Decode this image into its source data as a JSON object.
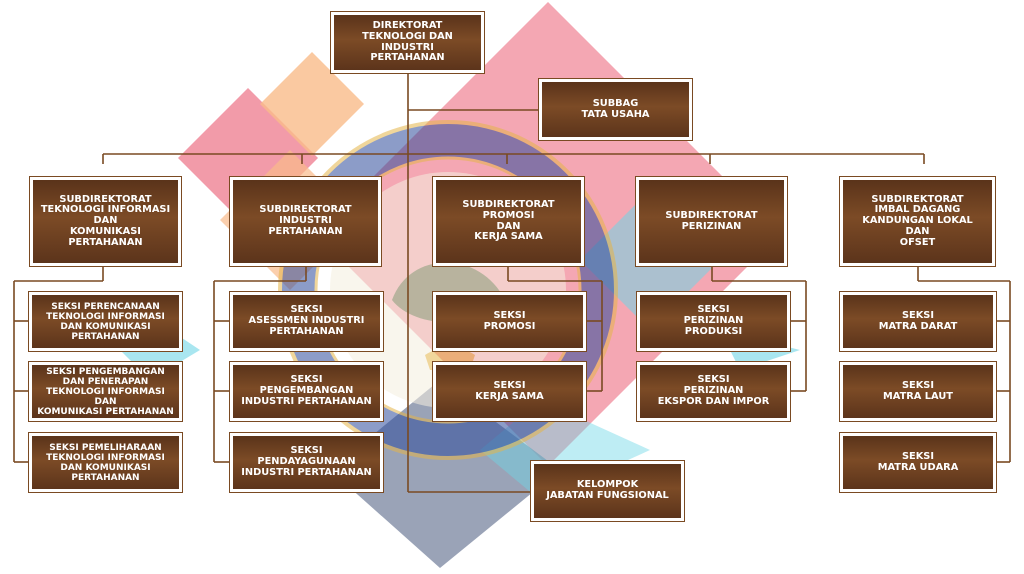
{
  "colors": {
    "box_fill": "#6b3e1f",
    "box_border": "#7a4a22",
    "connector": "#7a4a22",
    "bg_pink": "#f08a9a",
    "bg_peach": "#f9bb8a",
    "bg_cyan": "#6fd6e6",
    "bg_slate": "#6f7c98",
    "emblem_blue": "#2f4c9c",
    "emblem_gold": "#e5b54a"
  },
  "background": {
    "emblem_icon": "emblem-icon"
  },
  "director": {
    "label": "DIREKTORAT\nTEKNOLOGI DAN INDUSTRI\nPERTAHANAN"
  },
  "subbag": {
    "label": "SUBBAG\nTATA USAHA"
  },
  "kelompok": {
    "label": "KELOMPOK\nJABATAN FUNGSIONAL"
  },
  "subdirectorates": [
    {
      "label": "SUBDIREKTORAT\nTEKNOLOGI INFORMASI\nDAN\nKOMUNIKASI\nPERTAHANAN",
      "sections": [
        "SEKSI PERENCANAAN\nTEKNOLOGI INFORMASI\nDAN KOMUNIKASI\nPERTAHANAN",
        "SEKSI PENGEMBANGAN\nDAN PENERAPAN\nTEKNOLOGI INFORMASI DAN\nKOMUNIKASI PERTAHANAN",
        "SEKSI PEMELIHARAAN\nTEKNOLOGI INFORMASI\nDAN KOMUNIKASI\nPERTAHANAN"
      ]
    },
    {
      "label": "SUBDIREKTORAT\nINDUSTRI\nPERTAHANAN",
      "sections": [
        "SEKSI\nASESSMEN INDUSTRI\nPERTAHANAN",
        "SEKSI\nPENGEMBANGAN\nINDUSTRI PERTAHANAN",
        "SEKSI\nPENDAYAGUNAAN\nINDUSTRI PERTAHANAN"
      ]
    },
    {
      "label": "SUBDIREKTORAT\nPROMOSI\nDAN\nKERJA SAMA",
      "sections": [
        "SEKSI\nPROMOSI",
        "SEKSI\nKERJA SAMA"
      ]
    },
    {
      "label": "SUBDIREKTORAT\nPERIZINAN",
      "sections": [
        "SEKSI\nPERIZINAN\nPRODUKSI",
        "SEKSI\nPERIZINAN\nEKSPOR DAN IMPOR"
      ]
    },
    {
      "label": "SUBDIREKTORAT\nIMBAL DAGANG\nKANDUNGAN LOKAL\nDAN\nOFSET",
      "sections": [
        "SEKSI\nMATRA DARAT",
        "SEKSI\nMATRA LAUT",
        "SEKSI\nMATRA UDARA"
      ]
    }
  ]
}
